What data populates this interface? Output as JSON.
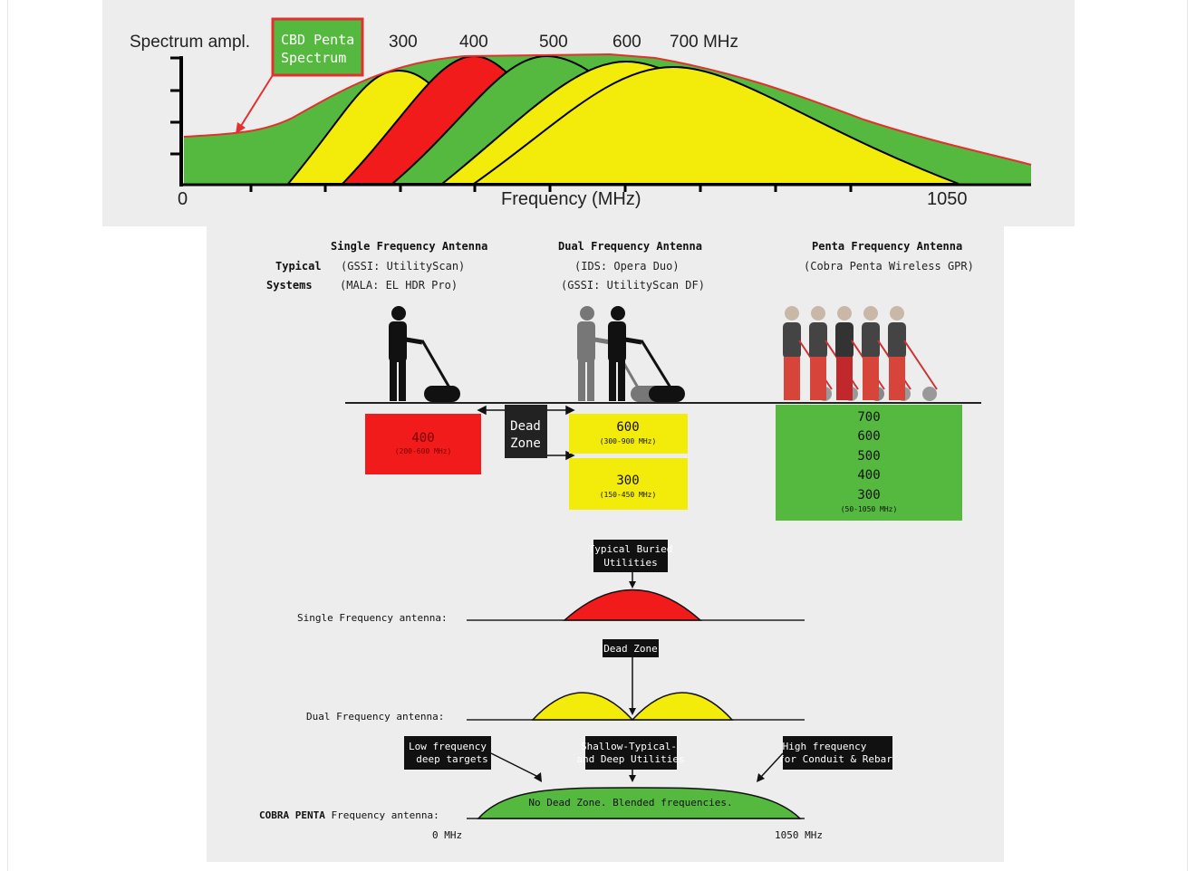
{
  "spectrum_chart": {
    "ylabel": "Spectrum ampl.",
    "xlabel": "Frequency (MHz)",
    "x_min_label": "0",
    "x_max_label": "1050",
    "callout": {
      "line1": "CBD Penta",
      "line2": "Spectrum"
    },
    "peak_labels": [
      "300",
      "400",
      "500",
      "600",
      "700 MHz"
    ],
    "colors": {
      "envelope": "#55b940",
      "red": "#f21b1b",
      "yellow": "#f3ec0a",
      "callout_border": "#e53030"
    }
  },
  "systems": {
    "row_label_1": "Typical",
    "row_label_2": "Systems",
    "single": {
      "title": "Single Frequency Antenna",
      "line1": "(GSSI: UtilityScan)",
      "line2": "(MALA: EL HDR Pro)"
    },
    "dual": {
      "title": "Dual Frequency Antenna",
      "line1": "(IDS: Opera Duo)",
      "line2": "(GSSI: UtilityScan DF)"
    },
    "penta": {
      "title": "Penta Frequency Antenna",
      "line1": "(Cobra Penta Wireless GPR)"
    }
  },
  "bands": {
    "single": {
      "value": "400",
      "range": "(200-600 MHz)"
    },
    "dead_zone_1": "Dead",
    "dead_zone_2": "Zone",
    "dual_high": {
      "value": "600",
      "range": "(300-900 MHz)"
    },
    "dual_low": {
      "value": "300",
      "range": "(150-450 MHz)"
    },
    "penta": {
      "values": [
        "700",
        "600",
        "500",
        "400",
        "300"
      ],
      "range": "(50-1050 MHz)"
    }
  },
  "coverage": {
    "typical_buried_1": "Typical Buried",
    "typical_buried_2": "Utilities",
    "single_label": "Single Frequency antenna:",
    "dead_zone": "Dead Zone",
    "dual_label": "Dual Frequency antenna:",
    "low_freq_1": "Low frequency",
    "low_freq_2": "deep targets",
    "shallow_1": "Shallow-Typical-",
    "shallow_2": "and Deep Utilities",
    "high_freq_1": "High frequency",
    "high_freq_2": "for Conduit & Rebar",
    "cobra_label_bold": "COBRA PENTA",
    "cobra_label_rest": " Frequency antenna:",
    "no_dead_zone": "No Dead Zone. Blended frequencies.",
    "min_label": "0 MHz",
    "max_label": "1050 MHz"
  }
}
